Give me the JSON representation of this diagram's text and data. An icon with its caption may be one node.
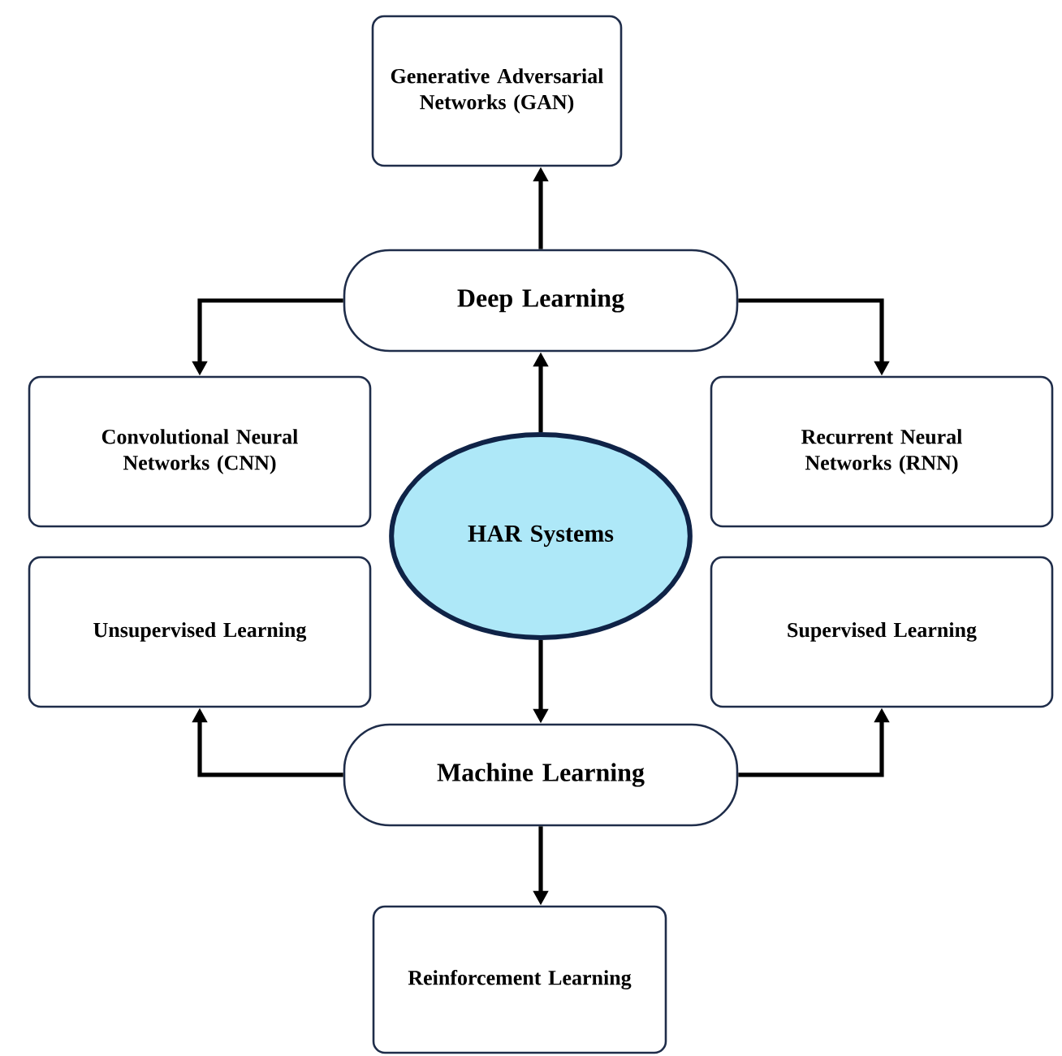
{
  "diagram": {
    "nodes": [
      {
        "text": [
          "Generative Adversarial Networks (GAN)"
        ]
      },
      {
        "text": [
          "Deep Learning"
        ]
      },
      {
        "text": [
          "Convolutional Neural Networks (CNN)"
        ]
      },
      {
        "text": [
          "HAR Systems"
        ]
      },
      {
        "text": [
          "Recurrent Neural Networks (RNN)"
        ]
      },
      {
        "text": [
          "Unsupervised Learning"
        ]
      },
      {
        "text": [
          "Supervised Learning"
        ]
      },
      {
        "text": [
          "Machine Learning"
        ]
      },
      {
        "text": [
          "Reinforcement Learning"
        ]
      }
    ],
    "edges": [
      {
        "from": 3,
        "to": 1,
        "arrow": "to"
      },
      {
        "from": 1,
        "to": 0,
        "arrow": "to"
      },
      {
        "from": 1,
        "to": 2,
        "arrow": "to"
      },
      {
        "from": 1,
        "to": 4,
        "arrow": "to"
      },
      {
        "from": 3,
        "to": 7,
        "arrow": "to"
      },
      {
        "from": 7,
        "to": 5,
        "arrow": "to"
      },
      {
        "from": 7,
        "to": 6,
        "arrow": "to"
      },
      {
        "from": 7,
        "to": 8,
        "arrow": "to"
      }
    ]
  }
}
